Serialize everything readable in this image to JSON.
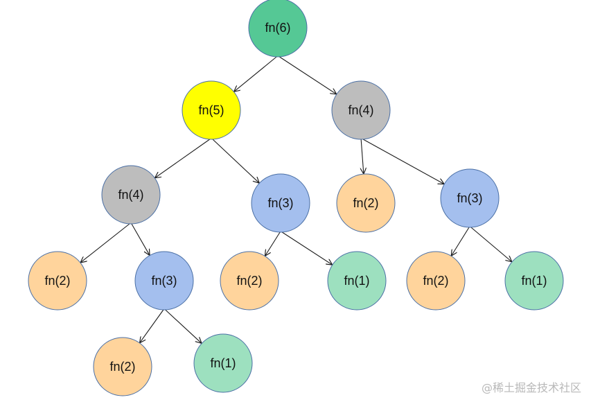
{
  "colors": {
    "root": "#55c895",
    "highlight": "#ffff00",
    "repeat": "#bdbdbd",
    "fn3": "#a4bfee",
    "fn2": "#ffd49c",
    "fn1": "#9de0bf",
    "edge": "#1a1a1a",
    "node_border": "#4a6fa5"
  },
  "nodes": [
    {
      "id": "n-root-6",
      "label": "fn(6)",
      "color": "root"
    },
    {
      "id": "n-l-5",
      "label": "fn(5)",
      "color": "highlight"
    },
    {
      "id": "n-r-4",
      "label": "fn(4)",
      "color": "repeat"
    },
    {
      "id": "n-ll-4",
      "label": "fn(4)",
      "color": "repeat"
    },
    {
      "id": "n-lr-3",
      "label": "fn(3)",
      "color": "fn3"
    },
    {
      "id": "n-rl-2",
      "label": "fn(2)",
      "color": "fn2"
    },
    {
      "id": "n-rr-3",
      "label": "fn(3)",
      "color": "fn3"
    },
    {
      "id": "n-lll-2",
      "label": "fn(2)",
      "color": "fn2"
    },
    {
      "id": "n-llr-3",
      "label": "fn(3)",
      "color": "fn3"
    },
    {
      "id": "n-lrl-2",
      "label": "fn(2)",
      "color": "fn2"
    },
    {
      "id": "n-lrr-1",
      "label": "fn(1)",
      "color": "fn1"
    },
    {
      "id": "n-rrl-2",
      "label": "fn(2)",
      "color": "fn2"
    },
    {
      "id": "n-rrr-1",
      "label": "fn(1)",
      "color": "fn1"
    },
    {
      "id": "n-llrl-2",
      "label": "fn(2)",
      "color": "fn2"
    },
    {
      "id": "n-llrr-1",
      "label": "fn(1)",
      "color": "fn1"
    }
  ],
  "edges": [
    {
      "from": "n-root-6",
      "to": "n-l-5"
    },
    {
      "from": "n-root-6",
      "to": "n-r-4"
    },
    {
      "from": "n-l-5",
      "to": "n-ll-4"
    },
    {
      "from": "n-l-5",
      "to": "n-lr-3"
    },
    {
      "from": "n-r-4",
      "to": "n-rl-2"
    },
    {
      "from": "n-r-4",
      "to": "n-rr-3"
    },
    {
      "from": "n-ll-4",
      "to": "n-lll-2"
    },
    {
      "from": "n-ll-4",
      "to": "n-llr-3"
    },
    {
      "from": "n-lr-3",
      "to": "n-lrl-2"
    },
    {
      "from": "n-lr-3",
      "to": "n-lrr-1"
    },
    {
      "from": "n-rr-3",
      "to": "n-rrl-2"
    },
    {
      "from": "n-rr-3",
      "to": "n-rrr-1"
    },
    {
      "from": "n-llr-3",
      "to": "n-llrl-2"
    },
    {
      "from": "n-llr-3",
      "to": "n-llrr-1"
    }
  ],
  "watermark": "@稀土掘金技术社区"
}
